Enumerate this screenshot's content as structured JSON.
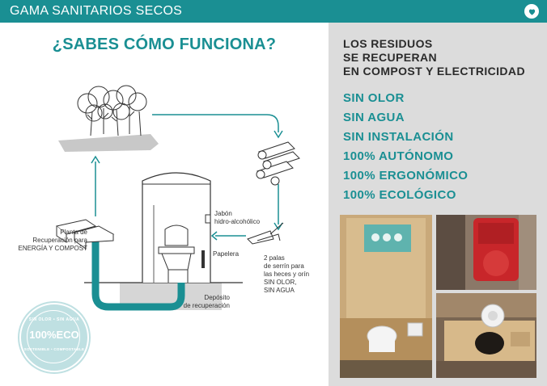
{
  "header": {
    "title": "GAMA SANITARIOS SECOS",
    "icon": "heart-icon"
  },
  "left": {
    "headline": "¿SABES CÓMO FUNCIONA?",
    "labels": {
      "soap": [
        "Jabón",
        "hidro-alcohólico"
      ],
      "bin": "Papelera",
      "plant": [
        "Planta de",
        "Recuperación para"
      ],
      "plant_highlight": "ENERGÍA Y COMPOST",
      "shovels_bold": "2 palas",
      "shovels": [
        "de serrín para",
        "las heces y orín"
      ],
      "shovels_highlight": [
        "SIN OLOR,",
        "SIN AGUA"
      ],
      "tank": [
        "Depósito",
        "de recuperación"
      ]
    },
    "badge": {
      "main": "100%ECO",
      "top": "SIN OLOR • SIN AGUA",
      "bottom": "SOSTENIBLE • COMPOSTABLE"
    }
  },
  "right": {
    "intro": [
      "LOS RESIDUOS",
      "SE RECUPERAN",
      "EN COMPOST Y ELECTRICIDAD"
    ],
    "features": [
      "SIN OLOR",
      "SIN AGUA",
      "SIN INSTALACIÓN",
      "100% AUTÓNOMO",
      "100% ERGONÓMICO",
      "100% ECOLÓGICO"
    ]
  },
  "colors": {
    "accent": "#1a8f93",
    "panel": "#dcdcdc",
    "text": "#2b2b2b"
  }
}
